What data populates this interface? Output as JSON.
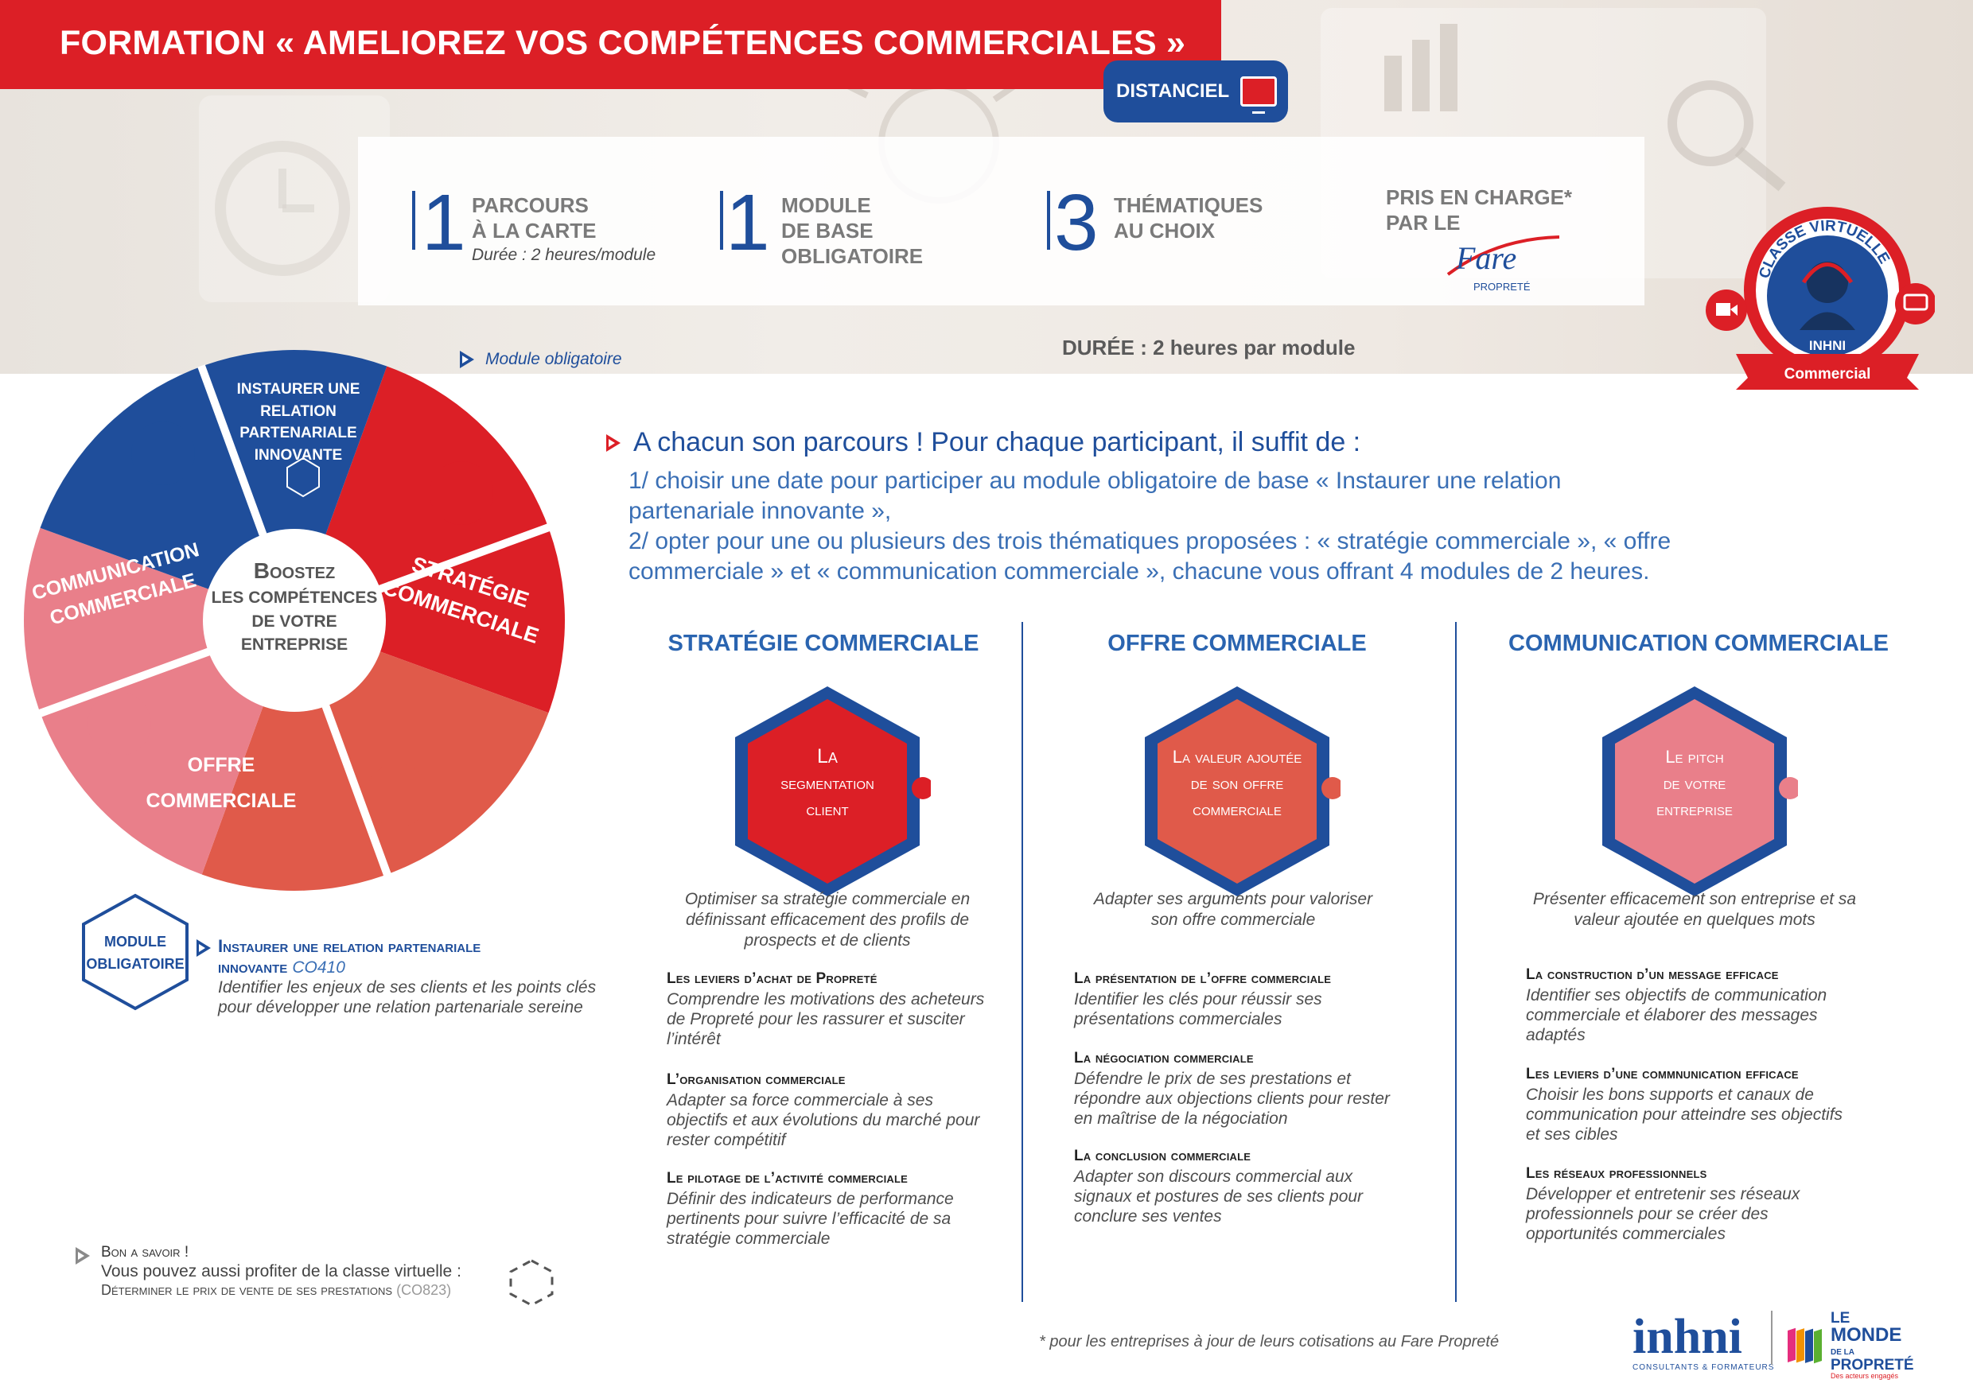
{
  "header": {
    "title": "FORMATION « AMELIOREZ VOS COMPÉTENCES COMMERCIALES »",
    "mode_label": "DISTANCIEL",
    "mode_icon": "monitor-icon"
  },
  "stats": {
    "s1_number": "1",
    "s1_line1": "PARCOURS",
    "s1_line2": "À LA CARTE",
    "s1_sub": "Durée : 2 heures/module",
    "s2_number": "1",
    "s2_line1": "MODULE",
    "s2_line2": "DE BASE",
    "s2_line3": "OBLIGATOIRE",
    "s3_number": "3",
    "s3_line1": "THÉMATIQUES",
    "s3_line2": "AU CHOIX",
    "s4_line1": "PRIS EN CHARGE*",
    "s4_line2": "PAR LE",
    "fare_logo_word": "Fare",
    "fare_logo_sub": "PROPRETÉ",
    "duree": "DURÉE : 2 heures par module"
  },
  "badge": {
    "top_text": "CLASSE VIRTUELLE",
    "brand": "INHNI",
    "ribbon": "Commercial"
  },
  "puzzle": {
    "note": "Module obligatoire",
    "top_l1": "INSTAURER UNE RELATION",
    "top_l2": "PARTENARIALE",
    "top_l3": "INNOVANTE",
    "right_l1": "STRATÉGIE",
    "right_l2": "COMMERCIALE",
    "bottom_l1": "OFFRE",
    "bottom_l2": "COMMERCIALE",
    "left_l1": "COMMUNICATION",
    "left_l2": "COMMERCIALE",
    "center_l1": "Boostez",
    "center_l2": "LES COMPÉTENCES",
    "center_l3": "DE VOTRE",
    "center_l4": "ENTREPRISE"
  },
  "intro": {
    "heading": "A chacun son parcours ! Pour chaque participant, il suffit de :",
    "line1": "1/ choisir une date pour participer au module obligatoire de base « Instaurer une relation",
    "line2": "partenariale innovante »,",
    "line3": "2/ opter pour une ou plusieurs des trois thématiques proposées : « stratégie commerciale », « offre",
    "line4": "commerciale » et « communication commerciale », chacune vous offrant 4 modules de 2 heures."
  },
  "columns": [
    {
      "title": "STRATÉGIE COMMERCIALE",
      "hex_l1": "La",
      "hex_l2": "segmentation",
      "hex_l3": "client",
      "desc_l1": "Optimiser sa stratégie commerciale en",
      "desc_l2": "définissant efficacement des profils de",
      "desc_l3": "prospects et de clients",
      "items": [
        {
          "title": "Les leviers d’achat de Propreté",
          "d1": "Comprendre les motivations des acheteurs",
          "d2": "de Propreté pour les rassurer et susciter",
          "d3": "l’intérêt"
        },
        {
          "title": "L’organisation commerciale",
          "d1": "Adapter sa force commerciale à ses",
          "d2": "objectifs et aux évolutions du marché pour",
          "d3": "rester compétitif"
        },
        {
          "title": "Le pilotage de l’activité commerciale",
          "d1": "Définir des indicateurs de performance",
          "d2": "pertinents pour suivre l’efficacité de sa",
          "d3": "stratégie commerciale"
        }
      ]
    },
    {
      "title": "OFFRE  COMMERCIALE",
      "hex_l1": "La valeur ajoutée",
      "hex_l2": "de son offre",
      "hex_l3": "commerciale",
      "desc_l1": "Adapter ses arguments pour valoriser",
      "desc_l2": "son offre commerciale",
      "desc_l3": "",
      "items": [
        {
          "title": "La présentation de l’offre commerciale",
          "d1": "Identifier les clés pour réussir ses",
          "d2": "présentations commerciales",
          "d3": ""
        },
        {
          "title": "La négociation commerciale",
          "d1": "Défendre le prix de ses prestations et",
          "d2": "répondre aux objections clients pour rester",
          "d3": "en maîtrise de la négociation"
        },
        {
          "title": "La conclusion commerciale",
          "d1": "Adapter son discours commercial aux",
          "d2": "signaux et postures de ses clients pour",
          "d3": "conclure ses ventes"
        }
      ]
    },
    {
      "title": "COMMUNICATION  COMMERCIALE",
      "hex_l1": "Le pitch",
      "hex_l2": "de votre",
      "hex_l3": "entreprise",
      "desc_l1": "Présenter efficacement son entreprise et sa",
      "desc_l2": "valeur ajoutée en quelques mots",
      "desc_l3": "",
      "items": [
        {
          "title": "La construction d’un message efficace",
          "d1": "Identifier ses objectifs de communication",
          "d2": "commerciale et élaborer des messages",
          "d3": "adaptés"
        },
        {
          "title": "Les leviers d’une commnunication efficace",
          "d1": "Choisir les bons supports et canaux de",
          "d2": "communication pour atteindre ses objectifs",
          "d3": "et ses cibles"
        },
        {
          "title": "Les réseaux professionnels",
          "d1": "Développer et entretenir ses réseaux",
          "d2": "professionnels pour se créer des",
          "d3": "opportunités commerciales"
        }
      ]
    }
  ],
  "mandatory": {
    "hex_l1": "MODULE",
    "hex_l2": "OBLIGATOIRE",
    "title_l1": "Instaurer une relation partenariale",
    "title_l2": "innovante",
    "code": "CO410",
    "desc_l1": "Identifier les enjeux de ses clients et les points clés",
    "desc_l2": "pour développer une relation partenariale sereine"
  },
  "bon_a_savoir": {
    "heading": "Bon a savoir !",
    "line1": "Vous pouvez aussi profiter de la classe virtuelle :",
    "line2": "Déterminer le prix de vente de ses prestations",
    "code": "(CO823)"
  },
  "footer": {
    "footnote": "* pour les entreprises à jour de leurs cotisations au Fare Propreté",
    "inhni": "inhni",
    "inhni_sub": "CONSULTANTS & FORMATEURS",
    "mdp_l1": "LE",
    "mdp_l2": "MONDE",
    "mdp_l3": "DE LA",
    "mdp_l4": "PROPRETÉ",
    "mdp_l5": "Des acteurs engagés"
  },
  "colors": {
    "red": "#dc1f26",
    "blue": "#1f4e9b",
    "pink": "#e97f8a",
    "coral": "#e05a4a"
  }
}
